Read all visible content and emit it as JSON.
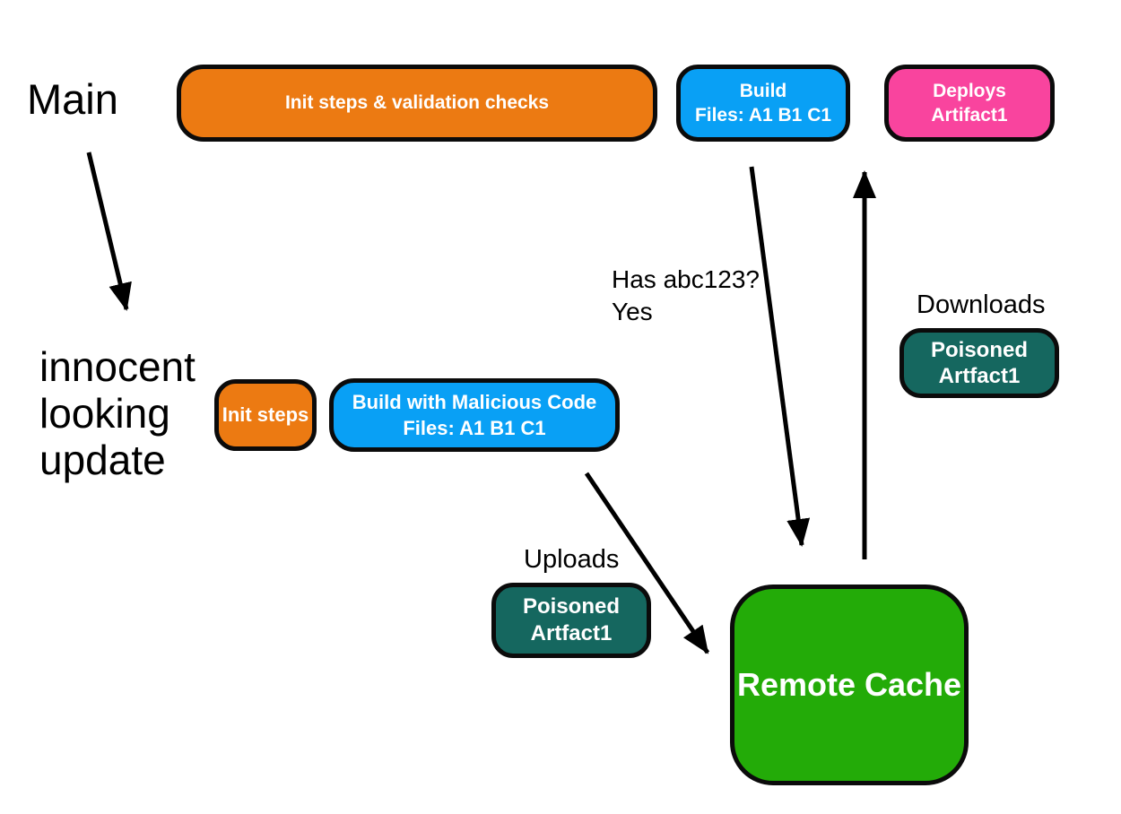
{
  "page": {
    "background_color": "#ffffff",
    "arrow_color": "#000000"
  },
  "labels": {
    "main": "Main",
    "update_lines": [
      "innocent",
      "looking",
      "update"
    ],
    "has_hash_line1": "Has abc123?",
    "has_hash_line2": "Yes",
    "downloads": "Downloads",
    "uploads": "Uploads"
  },
  "nodes": {
    "init_validation": {
      "label": "Init steps & validation checks",
      "color": "#EC7A12",
      "text_color": "#ffffff"
    },
    "build_top": {
      "line1": "Build",
      "line2": "Files: A1 B1 C1",
      "color": "#09A0F5",
      "text_color": "#ffffff"
    },
    "deploys": {
      "line1": "Deploys",
      "line2": "Artifact1",
      "color": "#F9449E",
      "text_color": "#ffffff"
    },
    "init_steps": {
      "label": "Init steps",
      "color": "#EC7A12",
      "text_color": "#ffffff"
    },
    "build_malicious": {
      "line1": "Build with Malicious Code",
      "line2": "Files: A1 B1 C1",
      "color": "#09A0F5",
      "text_color": "#ffffff"
    },
    "poisoned_download": {
      "line1": "Poisoned",
      "line2": "Artfact1",
      "color": "#15675F",
      "text_color": "#ffffff"
    },
    "poisoned_upload": {
      "line1": "Poisoned",
      "line2": "Artfact1",
      "color": "#15675F",
      "text_color": "#ffffff"
    },
    "remote_cache": {
      "label": "Remote Cache",
      "color": "#23AB08",
      "text_color": "#ffffff"
    }
  }
}
